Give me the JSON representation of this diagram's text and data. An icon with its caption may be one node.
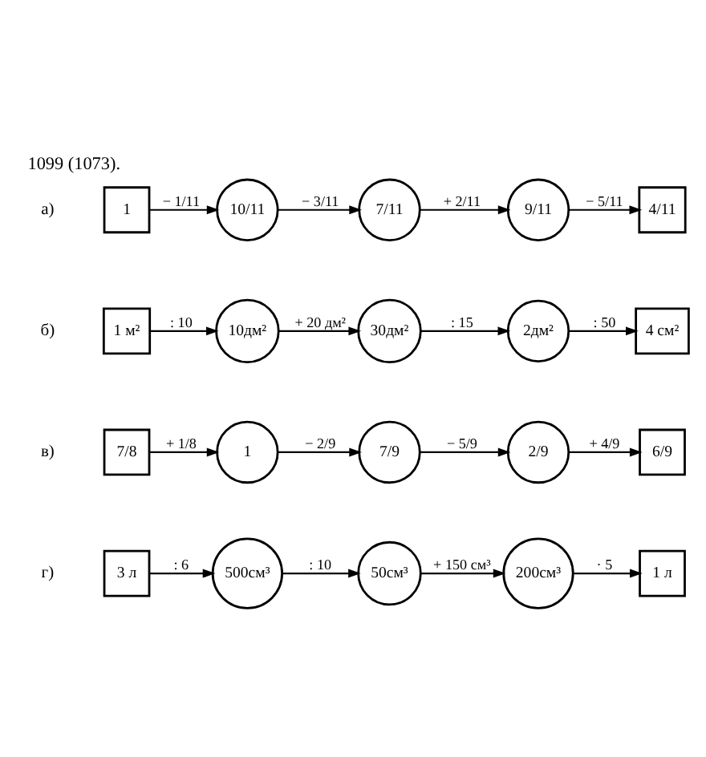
{
  "diagram": {
    "title": "1099 (1073).",
    "nodes": [
      {
        "text": [
          "1"
        ]
      },
      {
        "text": [
          "10/11"
        ]
      },
      {
        "text": [
          "7/11"
        ]
      },
      {
        "text": [
          "9/11"
        ]
      },
      {
        "text": [
          "4/11"
        ]
      },
      {
        "text": [
          "1 м²"
        ]
      },
      {
        "text": [
          "10дм²"
        ]
      },
      {
        "text": [
          "30дм²"
        ]
      },
      {
        "text": [
          "2дм²"
        ]
      },
      {
        "text": [
          "4 см²"
        ]
      },
      {
        "text": [
          "7/8"
        ]
      },
      {
        "text": [
          "1"
        ]
      },
      {
        "text": [
          "7/9"
        ]
      },
      {
        "text": [
          "2/9"
        ]
      },
      {
        "text": [
          "6/9"
        ]
      },
      {
        "text": [
          "3 л"
        ]
      },
      {
        "text": [
          "500см³"
        ]
      },
      {
        "text": [
          "50см³"
        ]
      },
      {
        "text": [
          "200см³"
        ]
      },
      {
        "text": [
          "1 л"
        ]
      }
    ],
    "edges": [
      {
        "from": 0,
        "to": 1,
        "arrow": "to",
        "label": "− 1/11"
      },
      {
        "from": 1,
        "to": 2,
        "arrow": "to",
        "label": "− 3/11"
      },
      {
        "from": 2,
        "to": 3,
        "arrow": "to",
        "label": "+ 2/11"
      },
      {
        "from": 3,
        "to": 4,
        "arrow": "to",
        "label": "− 5/11"
      },
      {
        "from": 5,
        "to": 6,
        "arrow": "to",
        "label": ": 10"
      },
      {
        "from": 6,
        "to": 7,
        "arrow": "to",
        "label": "+ 20 дм²"
      },
      {
        "from": 7,
        "to": 8,
        "arrow": "to",
        "label": ": 15"
      },
      {
        "from": 8,
        "to": 9,
        "arrow": "to",
        "label": ": 50"
      },
      {
        "from": 10,
        "to": 11,
        "arrow": "to",
        "label": "+ 1/8"
      },
      {
        "from": 11,
        "to": 12,
        "arrow": "to",
        "label": "− 2/9"
      },
      {
        "from": 12,
        "to": 13,
        "arrow": "to",
        "label": "− 5/9"
      },
      {
        "from": 13,
        "to": 14,
        "arrow": "to",
        "label": "+ 4/9"
      },
      {
        "from": 15,
        "to": 16,
        "arrow": "to",
        "label": ": 6"
      },
      {
        "from": 16,
        "to": 17,
        "arrow": "to",
        "label": ": 10"
      },
      {
        "from": 17,
        "to": 18,
        "arrow": "to",
        "label": "+ 150 см³"
      },
      {
        "from": 18,
        "to": 19,
        "arrow": "to",
        "label": "· 5"
      }
    ],
    "labels": [
      "а)",
      "б)",
      "в)",
      "г)"
    ]
  }
}
